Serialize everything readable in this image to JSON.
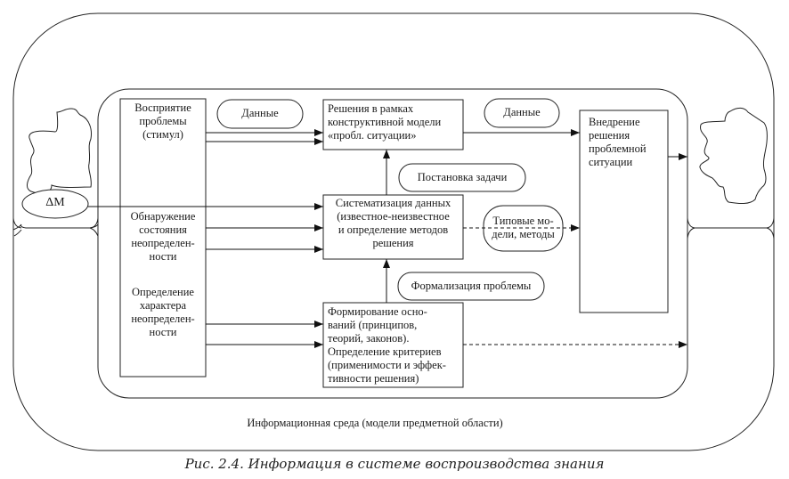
{
  "diagram": {
    "left_column": {
      "perception": [
        "Восприятие",
        "проблемы",
        "(стимул)"
      ],
      "detection": [
        "Обнаружение",
        "состояния",
        "неопределен-",
        "ности"
      ],
      "definition": [
        "Определение",
        "характера",
        "неопределен-",
        "ности"
      ]
    },
    "delta_m": "ΔM",
    "labels": {
      "data_left": "Данные",
      "data_right": "Данные",
      "task_setting": "Постановка задачи",
      "formalization": "Формализация проблемы",
      "typical_models": [
        "Типовые мо-",
        "дели, методы"
      ]
    },
    "boxes": {
      "solutions": [
        "Решения в рамках",
        "конструктивной модели",
        "«пробл. ситуации»"
      ],
      "systematization": [
        "Систематизация данных",
        "(известное-неизвестное",
        "и определение методов",
        "решения"
      ],
      "foundations": [
        "Формирование осно-",
        "ваний (принципов,",
        "теорий, законов).",
        "Определение критериев",
        "(применимости и эффек-",
        "тивности решения)"
      ],
      "implementation": [
        "Внедрение",
        "решения",
        "проблемной",
        "ситуации"
      ]
    },
    "environment_label": "Информационная среда  (модели предметной области)"
  },
  "caption": "Рис. 2.4. Информация в системе воспроизводства знания"
}
